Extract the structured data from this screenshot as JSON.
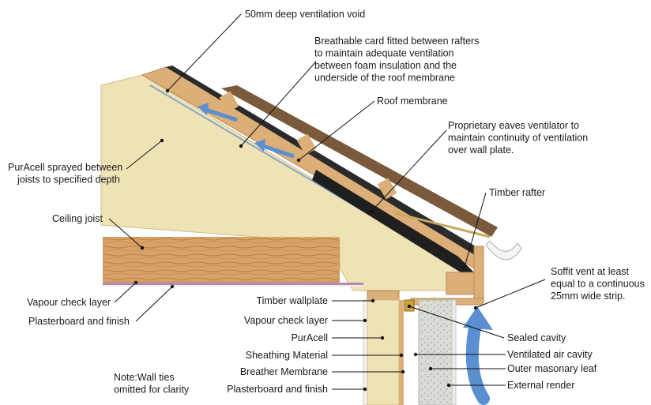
{
  "labels": {
    "ventilation_void": "50mm deep ventilation void",
    "breathable_card": [
      "Breathable card fitted between rafters",
      "to maintain adequate ventilation",
      "between foam insulation and the",
      "underside of the roof membrane"
    ],
    "roof_membrane": "Roof membrane",
    "eaves_ventilator": [
      "Proprietary eaves ventilator to",
      "maintain continuity of ventilation",
      "over wall plate."
    ],
    "timber_rafter": "Timber rafter",
    "puracell_sprayed": [
      "PurAcell sprayed between",
      "joists to specified depth"
    ],
    "ceiling_joist": "Ceiling joist",
    "soffit_vent": [
      "Soffit vent at least",
      "equal to a continuous",
      "25mm wide strip."
    ],
    "vapour_check_left": "Vapour check layer",
    "plasterboard_left": "Plasterboard and finish",
    "timber_wallplate": "Timber wallplate",
    "vapour_check_wall": "Vapour check layer",
    "puracell_wall": "PurAcell",
    "sheathing": "Sheathing Material",
    "breather_membrane": "Breather Membrane",
    "plasterboard_wall": "Plasterboard and  finish",
    "sealed_cavity": "Sealed cavity",
    "ventilated_cavity": "Ventilated air cavity",
    "outer_leaf": "Outer masonary leaf",
    "external_render": "External render",
    "note": [
      "Note:Wall ties",
      "omitted for clarity"
    ]
  },
  "colors": {
    "insulation": "#efe3b6",
    "timber": "#dcae78",
    "joist": "#d8a266",
    "membrane": "#2a2a2a",
    "tile": "#7a5a3a",
    "masonry": "#d9d9d4",
    "arrow": "#5b8fd0"
  }
}
